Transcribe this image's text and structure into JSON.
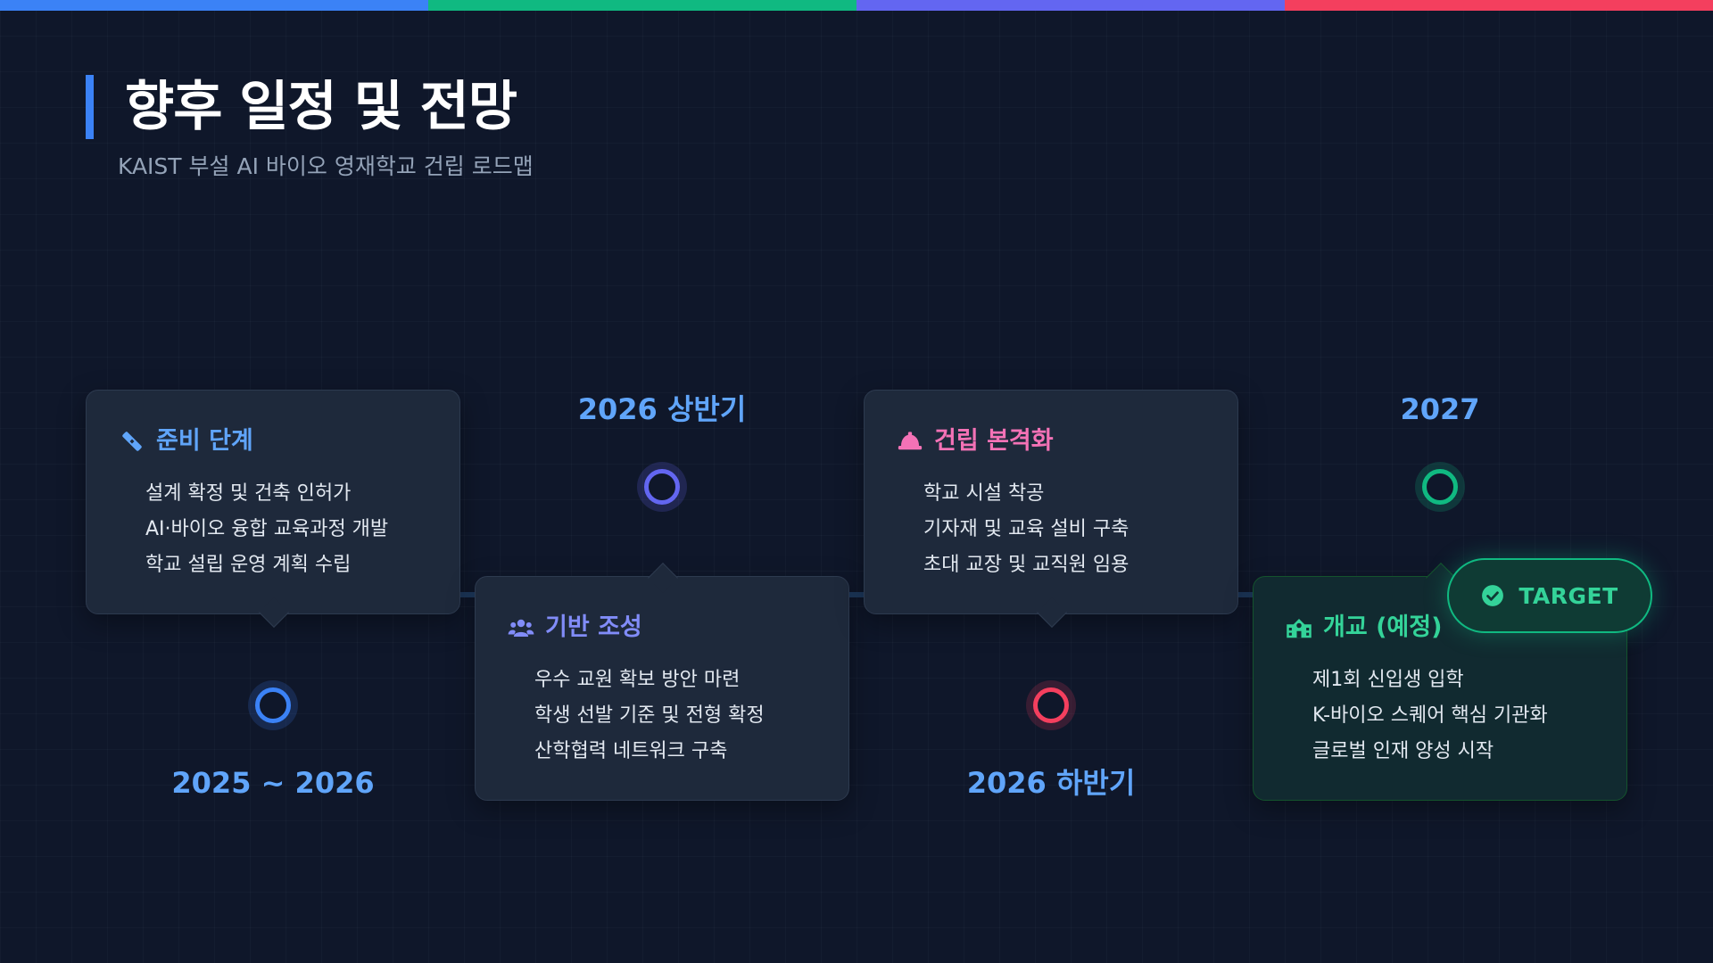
{
  "colors": {
    "background": "#0f172a",
    "topbar": [
      "#3b82f6",
      "#10b981",
      "#6366f1",
      "#f43f5e"
    ],
    "accent_blue": "#3b82f6",
    "accent_indigo": "#6366f1",
    "accent_pink": "#f472b6",
    "accent_red": "#f43f5e",
    "accent_green": "#10b981",
    "period_label": "#60a5fa"
  },
  "header": {
    "title": "향후 일정 및 전망",
    "subtitle": "KAIST 부설 AI 바이오 영재학교 건립 로드맵"
  },
  "timeline": [
    {
      "period": "2025 ~ 2026",
      "icon": "pencil-ruler-icon",
      "color": "#60a5fa",
      "node_color": "#3b82f6",
      "stage": "준비 단계",
      "items": [
        "설계 확정 및 건축 인허가",
        "AI·바이오 융합 교육과정 개발",
        "학교 설립 운영 계획 수립"
      ]
    },
    {
      "period": "2026 상반기",
      "icon": "users-icon",
      "color": "#818cf8",
      "node_color": "#6366f1",
      "stage": "기반 조성",
      "items": [
        "우수 교원 확보 방안 마련",
        "학생 선발 기준 및 전형 확정",
        "산학협력 네트워크 구축"
      ]
    },
    {
      "period": "2026 하반기",
      "icon": "hard-hat-icon",
      "color": "#f472b6",
      "node_color": "#f43f5e",
      "stage": "건립 본격화",
      "items": [
        "학교 시설 착공",
        "기자재 및 교육 설비 구축",
        "초대 교장 및 교직원 임용"
      ]
    },
    {
      "period": "2027",
      "icon": "school-icon",
      "color": "#34d399",
      "node_color": "#10b981",
      "stage": "개교 (예정)",
      "items": [
        "제1회 신입생 입학",
        "K-바이오 스퀘어 핵심 기관화",
        "글로벌 인재 양성 시작"
      ]
    }
  ],
  "target_badge": {
    "label": "TARGET",
    "icon": "check-circle-icon"
  }
}
